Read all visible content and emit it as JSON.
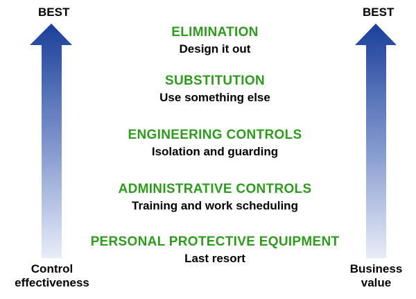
{
  "colors": {
    "heading": "#2E9A1E",
    "arrow_top": "#1A3F9A",
    "arrow_bottom": "#E4EAF6"
  },
  "left_axis": {
    "top_label": "BEST",
    "bottom_label": [
      "Control",
      "effectiveness"
    ]
  },
  "right_axis": {
    "top_label": "BEST",
    "bottom_label": [
      "Business",
      "value"
    ]
  },
  "levels": [
    {
      "title": "ELIMINATION",
      "subtitle": "Design it out"
    },
    {
      "title": "SUBSTITUTION",
      "subtitle": "Use something else"
    },
    {
      "title": "ENGINEERING CONTROLS",
      "subtitle": "Isolation and guarding"
    },
    {
      "title": "ADMINISTRATIVE CONTROLS",
      "subtitle": "Training and work scheduling"
    },
    {
      "title": "PERSONAL PROTECTIVE EQUIPMENT",
      "subtitle": "Last resort"
    }
  ]
}
